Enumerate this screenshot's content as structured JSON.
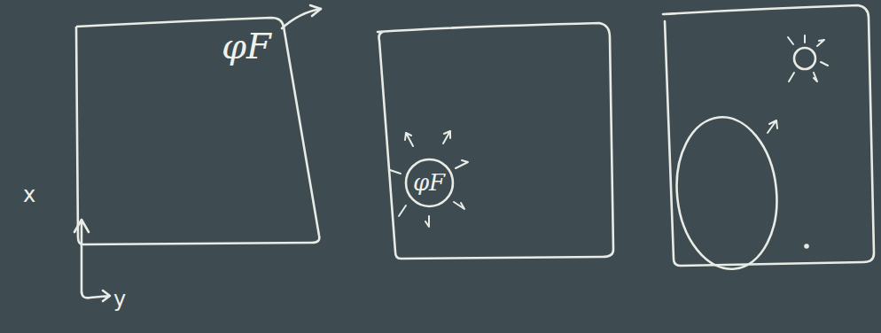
{
  "diagram": {
    "nodes": [
      {
        "text": [
          "φF"
        ]
      },
      {
        "text": [
          "φF"
        ]
      }
    ],
    "labels": [
      "x",
      "y"
    ]
  }
}
